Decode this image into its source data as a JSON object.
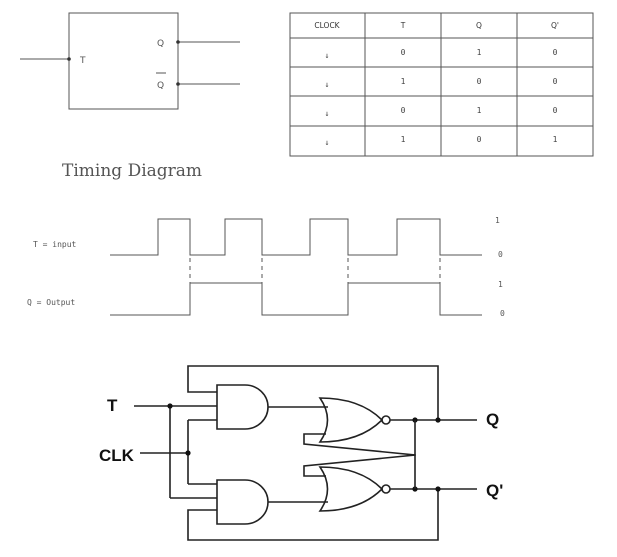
{
  "block": {
    "input_label": "T",
    "q_label": "Q",
    "qbar_label": "Q"
  },
  "truth_table": {
    "headers": [
      "CLOCK",
      "T",
      "Q",
      "Q'"
    ],
    "rows": [
      {
        "clock": "↓",
        "t": "0",
        "q": "1",
        "qn": "0"
      },
      {
        "clock": "↓",
        "t": "1",
        "q": "0",
        "qn": "0"
      },
      {
        "clock": "↓",
        "t": "0",
        "q": "1",
        "qn": "0"
      },
      {
        "clock": "↓",
        "t": "1",
        "q": "0",
        "qn": "1"
      }
    ]
  },
  "timing": {
    "title": "Timing Diagram",
    "t_label": "T = input",
    "q_label": "Q = Output",
    "t_high": "1",
    "t_low": "0",
    "q_high": "1",
    "q_low": "0"
  },
  "circuit": {
    "t_label": "T",
    "clk_label": "CLK",
    "q_label": "Q",
    "qn_label": "Q'"
  }
}
